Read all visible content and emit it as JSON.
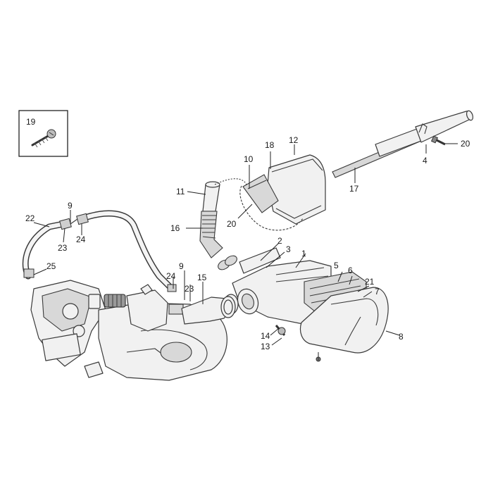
{
  "inset": {
    "label": "19"
  },
  "callouts": [
    {
      "id": "c1",
      "text": "1"
    },
    {
      "id": "c2",
      "text": "2"
    },
    {
      "id": "c3",
      "text": "3"
    },
    {
      "id": "c4",
      "text": "4"
    },
    {
      "id": "c5",
      "text": "5"
    },
    {
      "id": "c6",
      "text": "6"
    },
    {
      "id": "c7",
      "text": "7"
    },
    {
      "id": "c8",
      "text": "8"
    },
    {
      "id": "c9a",
      "text": "9"
    },
    {
      "id": "c9b",
      "text": "9"
    },
    {
      "id": "c10",
      "text": "10"
    },
    {
      "id": "c11",
      "text": "11"
    },
    {
      "id": "c12",
      "text": "12"
    },
    {
      "id": "c13",
      "text": "13"
    },
    {
      "id": "c14",
      "text": "14"
    },
    {
      "id": "c15",
      "text": "15"
    },
    {
      "id": "c16",
      "text": "16"
    },
    {
      "id": "c17",
      "text": "17"
    },
    {
      "id": "c18",
      "text": "18"
    },
    {
      "id": "c20a",
      "text": "20"
    },
    {
      "id": "c20b",
      "text": "20"
    },
    {
      "id": "c21",
      "text": "21"
    },
    {
      "id": "c22",
      "text": "22"
    },
    {
      "id": "c23a",
      "text": "23"
    },
    {
      "id": "c23b",
      "text": "23"
    },
    {
      "id": "c24a",
      "text": "24"
    },
    {
      "id": "c24b",
      "text": "24"
    },
    {
      "id": "c25",
      "text": "25"
    }
  ]
}
